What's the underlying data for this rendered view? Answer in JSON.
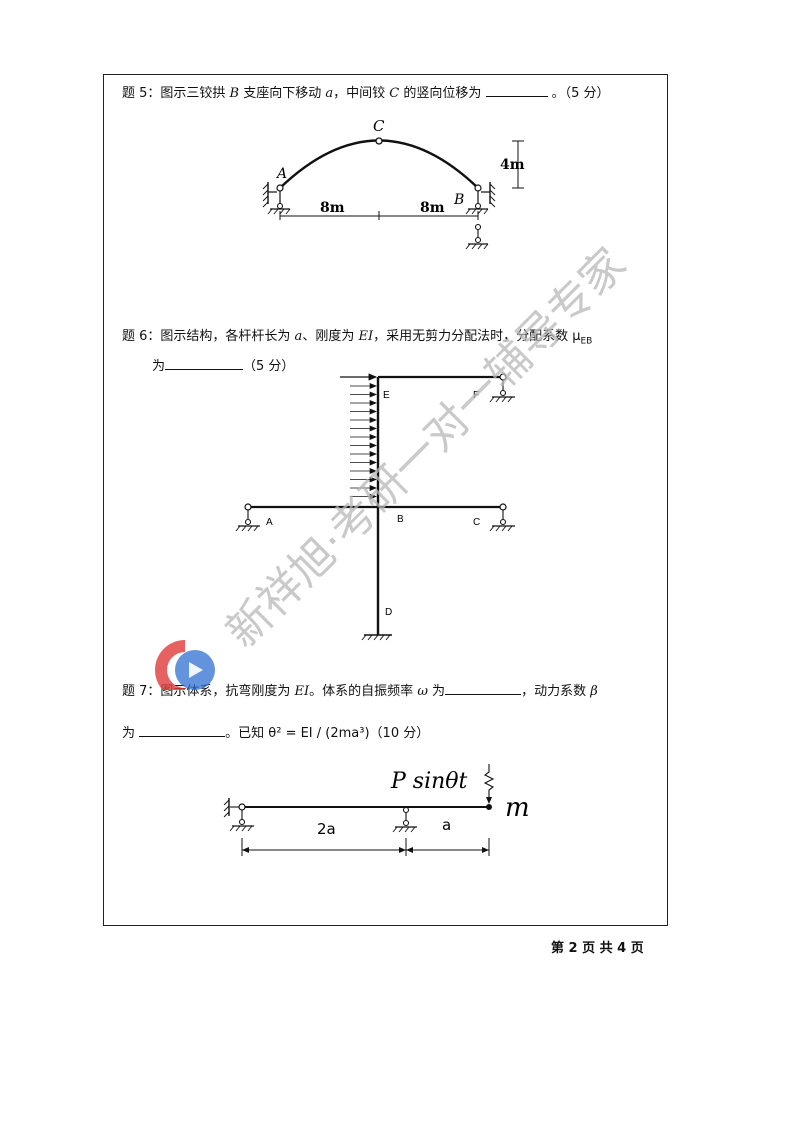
{
  "questions": {
    "q5": {
      "prefix": "题 5：图示三铰拱 ",
      "var_b": "B",
      "mid1": " 支座向下移动 ",
      "var_a": "a",
      "mid2": "，中间铰 ",
      "var_c": "C",
      "mid3": " 的竖向位移为 ",
      "suffix": " 。（5 分）",
      "figure": {
        "label_a": "A",
        "label_b": "B",
        "label_c": "C",
        "span_left": "8m",
        "span_right": "8m",
        "rise": "4m"
      }
    },
    "q6": {
      "line1_prefix": "题 6：图示结构，各杆杆长为 ",
      "var_a": "a",
      "mid1": "、刚度为 ",
      "var_ei": "EI",
      "line1_suffix": "，采用无剪力分配法时，分配系数 μ",
      "sub_eb": "EB",
      "line2_prefix": "为",
      "line2_suffix": "（5 分）",
      "figure": {
        "label_a": "A",
        "label_b": "B",
        "label_c": "C",
        "label_d": "D",
        "label_e": "E",
        "label_f": "F"
      }
    },
    "q7": {
      "line1_prefix": "题 7：图示体系，抗弯刚度为 ",
      "var_ei": "EI",
      "mid1": "。体系的自振频率 ",
      "var_omega": "ω",
      "mid2": " 为",
      "mid3": "，动力系数 ",
      "var_beta": "β",
      "line2_prefix": "为 ",
      "line2_mid": "。已知 θ² = EI / (2ma³)",
      "line2_suffix": "（10 分）",
      "figure": {
        "load": "P sinθt",
        "mass": "m",
        "span_left": "2a",
        "span_right": "a"
      }
    }
  },
  "footer": {
    "text": "第 2 页 共 4 页"
  },
  "watermark": {
    "text": "新祥旭·考研一对一辅导专家",
    "logo_colors": [
      "#e03a3a",
      "#2f6fd1"
    ]
  }
}
